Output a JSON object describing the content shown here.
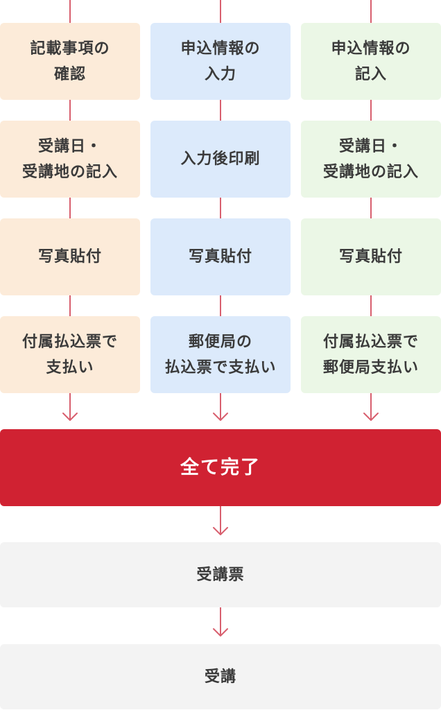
{
  "columns": [
    {
      "color": "#fcebd9",
      "steps": [
        "記載事項の\n確認",
        "受講日・\n受講地の記入",
        "写真貼付",
        "付属払込票で\n支払い"
      ]
    },
    {
      "color": "#dceafb",
      "steps": [
        "申込情報の\n入力",
        "入力後印刷",
        "写真貼付",
        "郵便局の\n払込票で支払い"
      ]
    },
    {
      "color": "#ebf7e6",
      "steps": [
        "申込情報の\n記入",
        "受講日・\n受講地の記入",
        "写真貼付",
        "付属払込票で\n郵便局支払い"
      ]
    }
  ],
  "complete": {
    "label": "全て完了",
    "color": "#d02232"
  },
  "final_steps": [
    "受講票",
    "受講"
  ],
  "connector_color": "#d85f6e"
}
